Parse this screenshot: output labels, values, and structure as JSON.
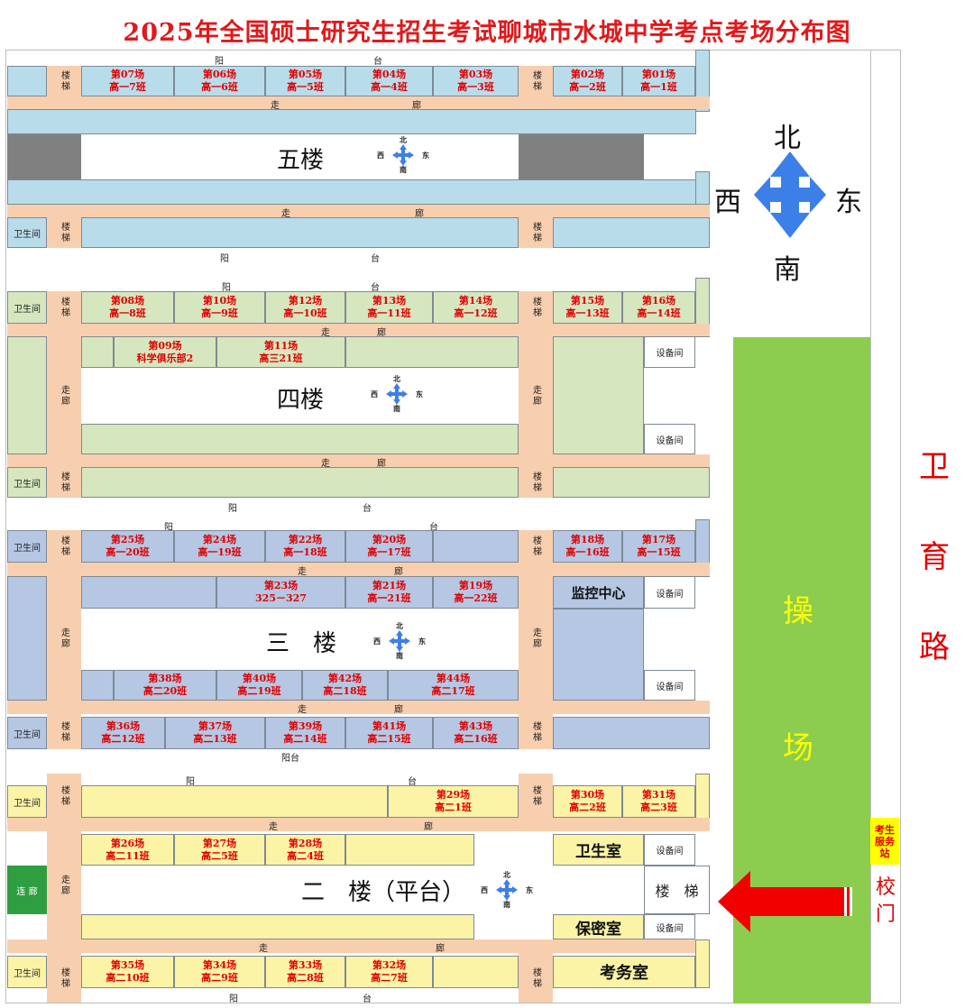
{
  "title": "2025年全国硕士研究生招生考试聊城市水城中学考点考场分布图",
  "labels": {
    "restroom": "卫生间",
    "stairs": "楼梯",
    "corridor_left": "走",
    "corridor_right": "廊",
    "balcony_left": "阳",
    "balcony_right": "台",
    "balcony_full": "阳台",
    "equipment": "设备间",
    "connector": "连 廊",
    "stairs_wide": "楼　梯"
  },
  "compass": {
    "n": "北",
    "s": "南",
    "w": "西",
    "e": "东"
  },
  "floors": {
    "f5": "五楼",
    "f4": "四楼",
    "f3": "三　楼",
    "f2": "二　楼（平台）"
  },
  "rooms": {
    "r07": [
      "第07场",
      "高一7班"
    ],
    "r06": [
      "第06场",
      "高一6班"
    ],
    "r05": [
      "第05场",
      "高一5班"
    ],
    "r04": [
      "第04场",
      "高一4班"
    ],
    "r03": [
      "第03场",
      "高一3班"
    ],
    "r02": [
      "第02场",
      "高一2班"
    ],
    "r01": [
      "第01场",
      "高一1班"
    ],
    "r08": [
      "第08场",
      "高一8班"
    ],
    "r10": [
      "第10场",
      "高一9班"
    ],
    "r12": [
      "第12场",
      "高一10班"
    ],
    "r13": [
      "第13场",
      "高一11班"
    ],
    "r14": [
      "第14场",
      "高一12班"
    ],
    "r15": [
      "第15场",
      "高一13班"
    ],
    "r16": [
      "第16场",
      "高一14班"
    ],
    "r09": [
      "第09场",
      "科学俱乐部2"
    ],
    "r11": [
      "第11场",
      "高三21班"
    ],
    "r25": [
      "第25场",
      "高一20班"
    ],
    "r24": [
      "第24场",
      "高一19班"
    ],
    "r22": [
      "第22场",
      "高一18班"
    ],
    "r20": [
      "第20场",
      "高一17班"
    ],
    "r18": [
      "第18场",
      "高一16班"
    ],
    "r17": [
      "第17场",
      "高一15班"
    ],
    "r23": [
      "第23场",
      "325－327"
    ],
    "r21": [
      "第21场",
      "高一21班"
    ],
    "r19": [
      "第19场",
      "高一22班"
    ],
    "r38": [
      "第38场",
      "高二20班"
    ],
    "r40": [
      "第40场",
      "高二19班"
    ],
    "r42": [
      "第42场",
      "高二18班"
    ],
    "r44": [
      "第44场",
      "高二17班"
    ],
    "r36": [
      "第36场",
      "高二12班"
    ],
    "r37": [
      "第37场",
      "高二13班"
    ],
    "r39": [
      "第39场",
      "高二14班"
    ],
    "r41": [
      "第41场",
      "高二15班"
    ],
    "r43": [
      "第43场",
      "高二16班"
    ],
    "r29": [
      "第29场",
      "高二1班"
    ],
    "r30": [
      "第30场",
      "高二2班"
    ],
    "r31": [
      "第31场",
      "高二3班"
    ],
    "r26": [
      "第26场",
      "高二11班"
    ],
    "r27": [
      "第27场",
      "高二5班"
    ],
    "r28": [
      "第28场",
      "高二4班"
    ],
    "r35": [
      "第35场",
      "高二10班"
    ],
    "r34": [
      "第34场",
      "高二9班"
    ],
    "r33": [
      "第33场",
      "高二8班"
    ],
    "r32": [
      "第32场",
      "高二7班"
    ]
  },
  "special": {
    "monitor": "监控中心",
    "clinic": "卫生室",
    "secure": "保密室",
    "exam_office": "考务室"
  },
  "side": {
    "playground_1": "操",
    "playground_2": "场",
    "service": "考生服务站",
    "gate": "校门",
    "road": "卫育路"
  },
  "colors": {
    "title": "#e0191b",
    "corridor": "#f8cfae",
    "floor5": "#b9dcea",
    "floor4": "#d6e7bf",
    "floor3": "#b5c7e3",
    "floor2": "#fbf4a6",
    "playground": "#8ccc4f",
    "playground_text": "#ffff00",
    "compass": "#3d7fe8",
    "gate_arrow": "#f20000"
  }
}
